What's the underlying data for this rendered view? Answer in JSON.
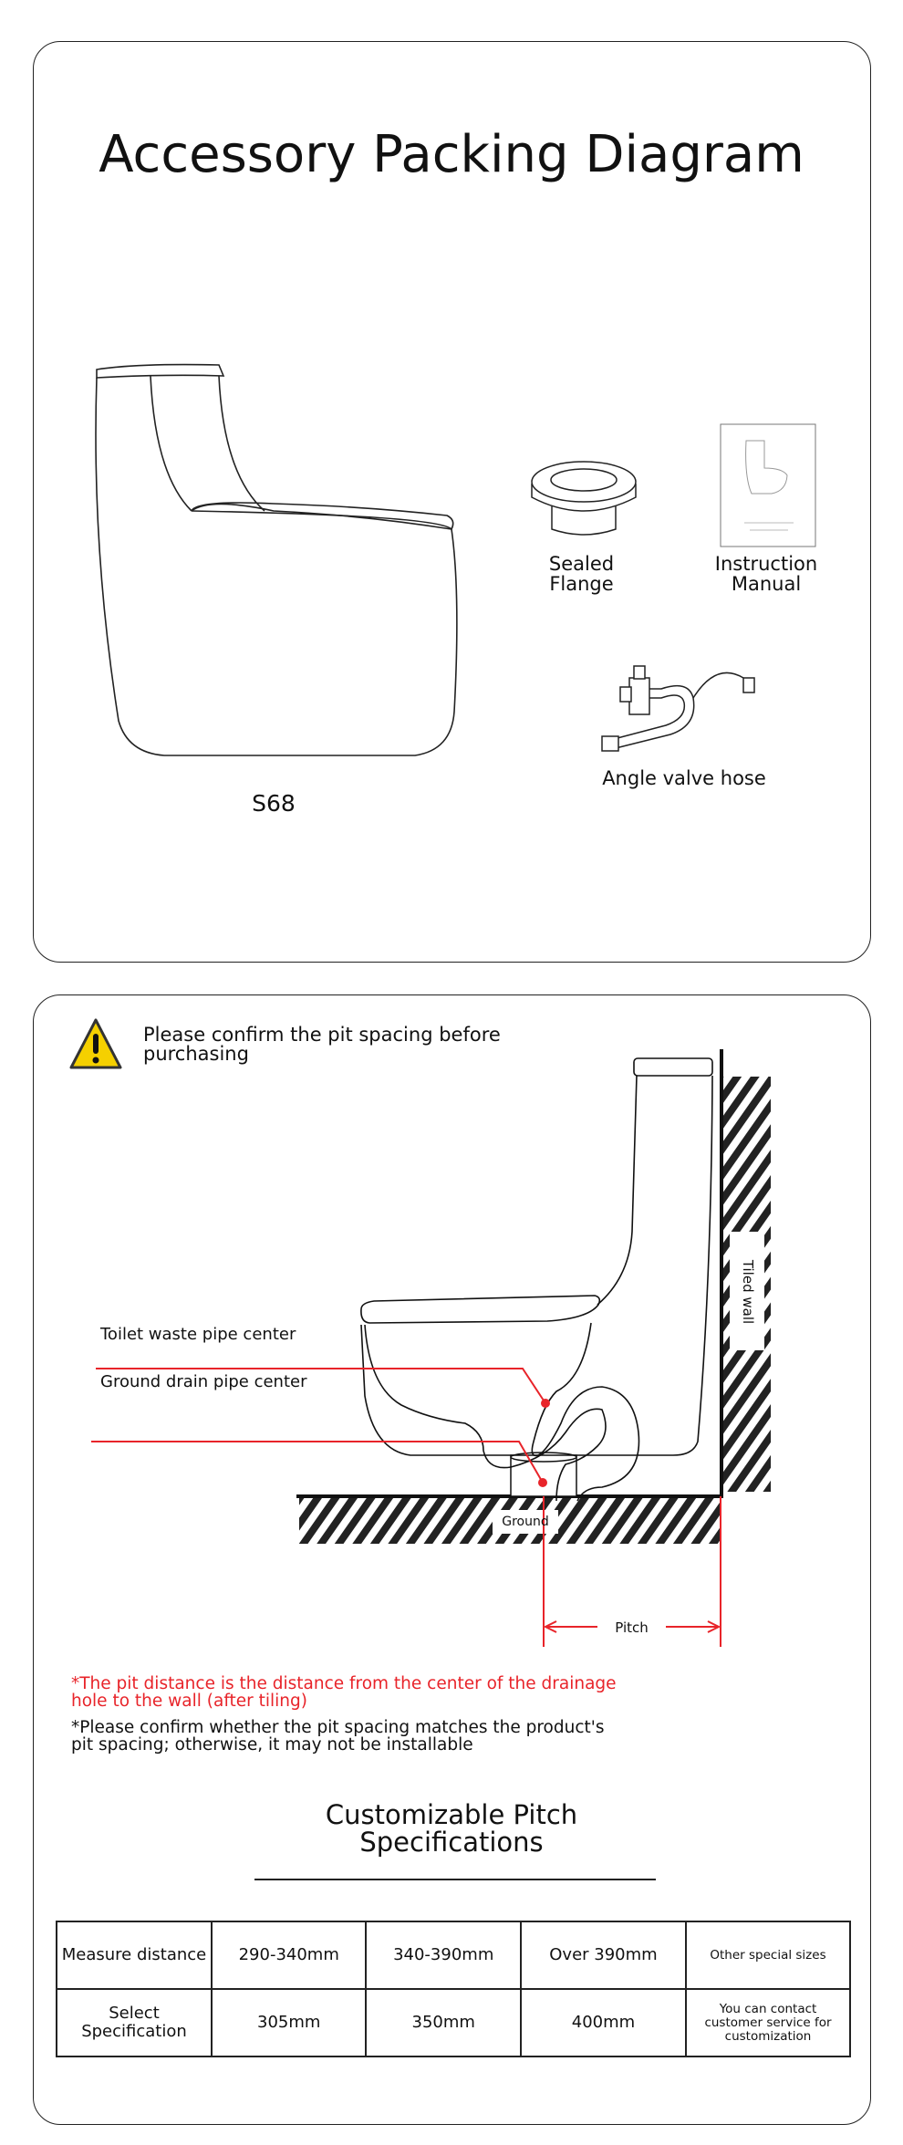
{
  "section1": {
    "title": "Accessory Packing Diagram",
    "model": "S68",
    "accessories": [
      {
        "label": "Sealed Flange"
      },
      {
        "label": "Instruction Manual"
      },
      {
        "label": "Angle valve hose"
      }
    ]
  },
  "section2": {
    "warning": "Please confirm the pit spacing before purchasing",
    "labels": {
      "waste_pipe": "Toilet waste pipe center",
      "drain_pipe": "Ground drain pipe center",
      "wall": "Tiled wall",
      "ground": "Ground",
      "pitch": "Pitch"
    },
    "note_red": "*The pit distance is the distance from the center of the drainage hole to the wall (after tiling)",
    "note_black": "*Please confirm whether the pit spacing matches the product's pit spacing; otherwise, it may not be installable",
    "spec_title": "Customizable Pitch Specifications",
    "table": {
      "rows": [
        {
          "header": "Measure distance",
          "cells": [
            "290-340mm",
            "340-390mm",
            "Over 390mm",
            "Other special sizes"
          ]
        },
        {
          "header": "Select Specification",
          "cells": [
            "305mm",
            "350mm",
            "400mm",
            "You can contact customer service for customization"
          ]
        }
      ]
    },
    "colors": {
      "accent_red": "#e8242a",
      "warning_yellow": "#f5d000"
    }
  }
}
